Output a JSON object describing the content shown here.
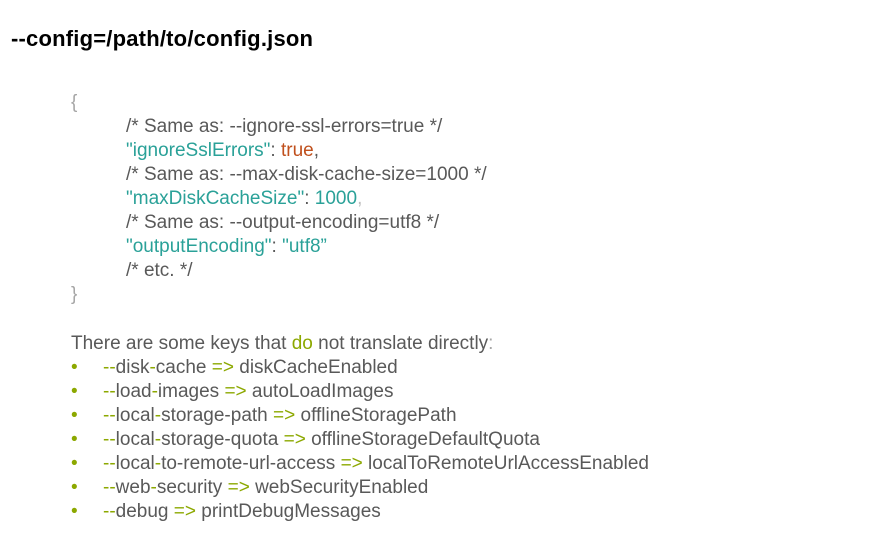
{
  "heading": "--config=/path/to/config.json",
  "code": {
    "open_brace": "{",
    "close_brace": "}",
    "comment_ssl": "/* Same as: --ignore-ssl-errors=true */",
    "key_ssl": "\"ignoreSslErrors\"",
    "val_ssl": "true",
    "comment_cache": "/* Same as: --max-disk-cache-size=1000 */",
    "key_cache": "\"maxDiskCacheSize\"",
    "val_cache": "1000",
    "comment_enc": "/* Same as: --output-encoding=utf8 */",
    "key_enc": "\"outputEncoding\"",
    "val_enc": "\"utf8”",
    "comment_etc": "/* etc. */"
  },
  "description": {
    "part1": "There are some keys that ",
    "highlight": "do",
    "part2": " not translate directly",
    "colon": ":"
  },
  "mappings": [
    {
      "flag_pre": "--",
      "flag_a": "disk",
      "flag_sep1": "-",
      "flag_b": "cache",
      "arrow": "=>",
      "target": "diskCacheEnabled"
    },
    {
      "flag_pre": "--",
      "flag_a": "load",
      "flag_sep1": "-",
      "flag_b": "images",
      "arrow": "=>",
      "target": "autoLoadImages"
    },
    {
      "flag_pre": "--",
      "flag_a": "local",
      "flag_sep1": "-",
      "flag_b": "storage-path",
      "arrow": "=>",
      "target": "offlineStoragePath"
    },
    {
      "flag_pre": "--",
      "flag_a": "local",
      "flag_sep1": "-",
      "flag_b": "storage-quota",
      "arrow": "=>",
      "target": "offlineStorageDefaultQuota"
    },
    {
      "flag_pre": "--",
      "flag_a": "local",
      "flag_sep1": "-",
      "flag_b": "to-remote-url-access",
      "arrow": "=>",
      "target": "localToRemoteUrlAccessEnabled"
    },
    {
      "flag_pre": "--",
      "flag_a": "web",
      "flag_sep1": "-",
      "flag_b": "security",
      "arrow": "=>",
      "target": "webSecurityEnabled"
    },
    {
      "flag_pre": "--",
      "flag_a": "debug",
      "flag_sep1": "",
      "flag_b": "",
      "arrow": "=>",
      "target": "printDebugMessages"
    }
  ],
  "bullet_glyph": "•",
  "colors": {
    "accent_green": "#8ca800",
    "key_teal": "#2aa198",
    "keyword_orange": "#c0501d",
    "text_gray": "#595959"
  }
}
